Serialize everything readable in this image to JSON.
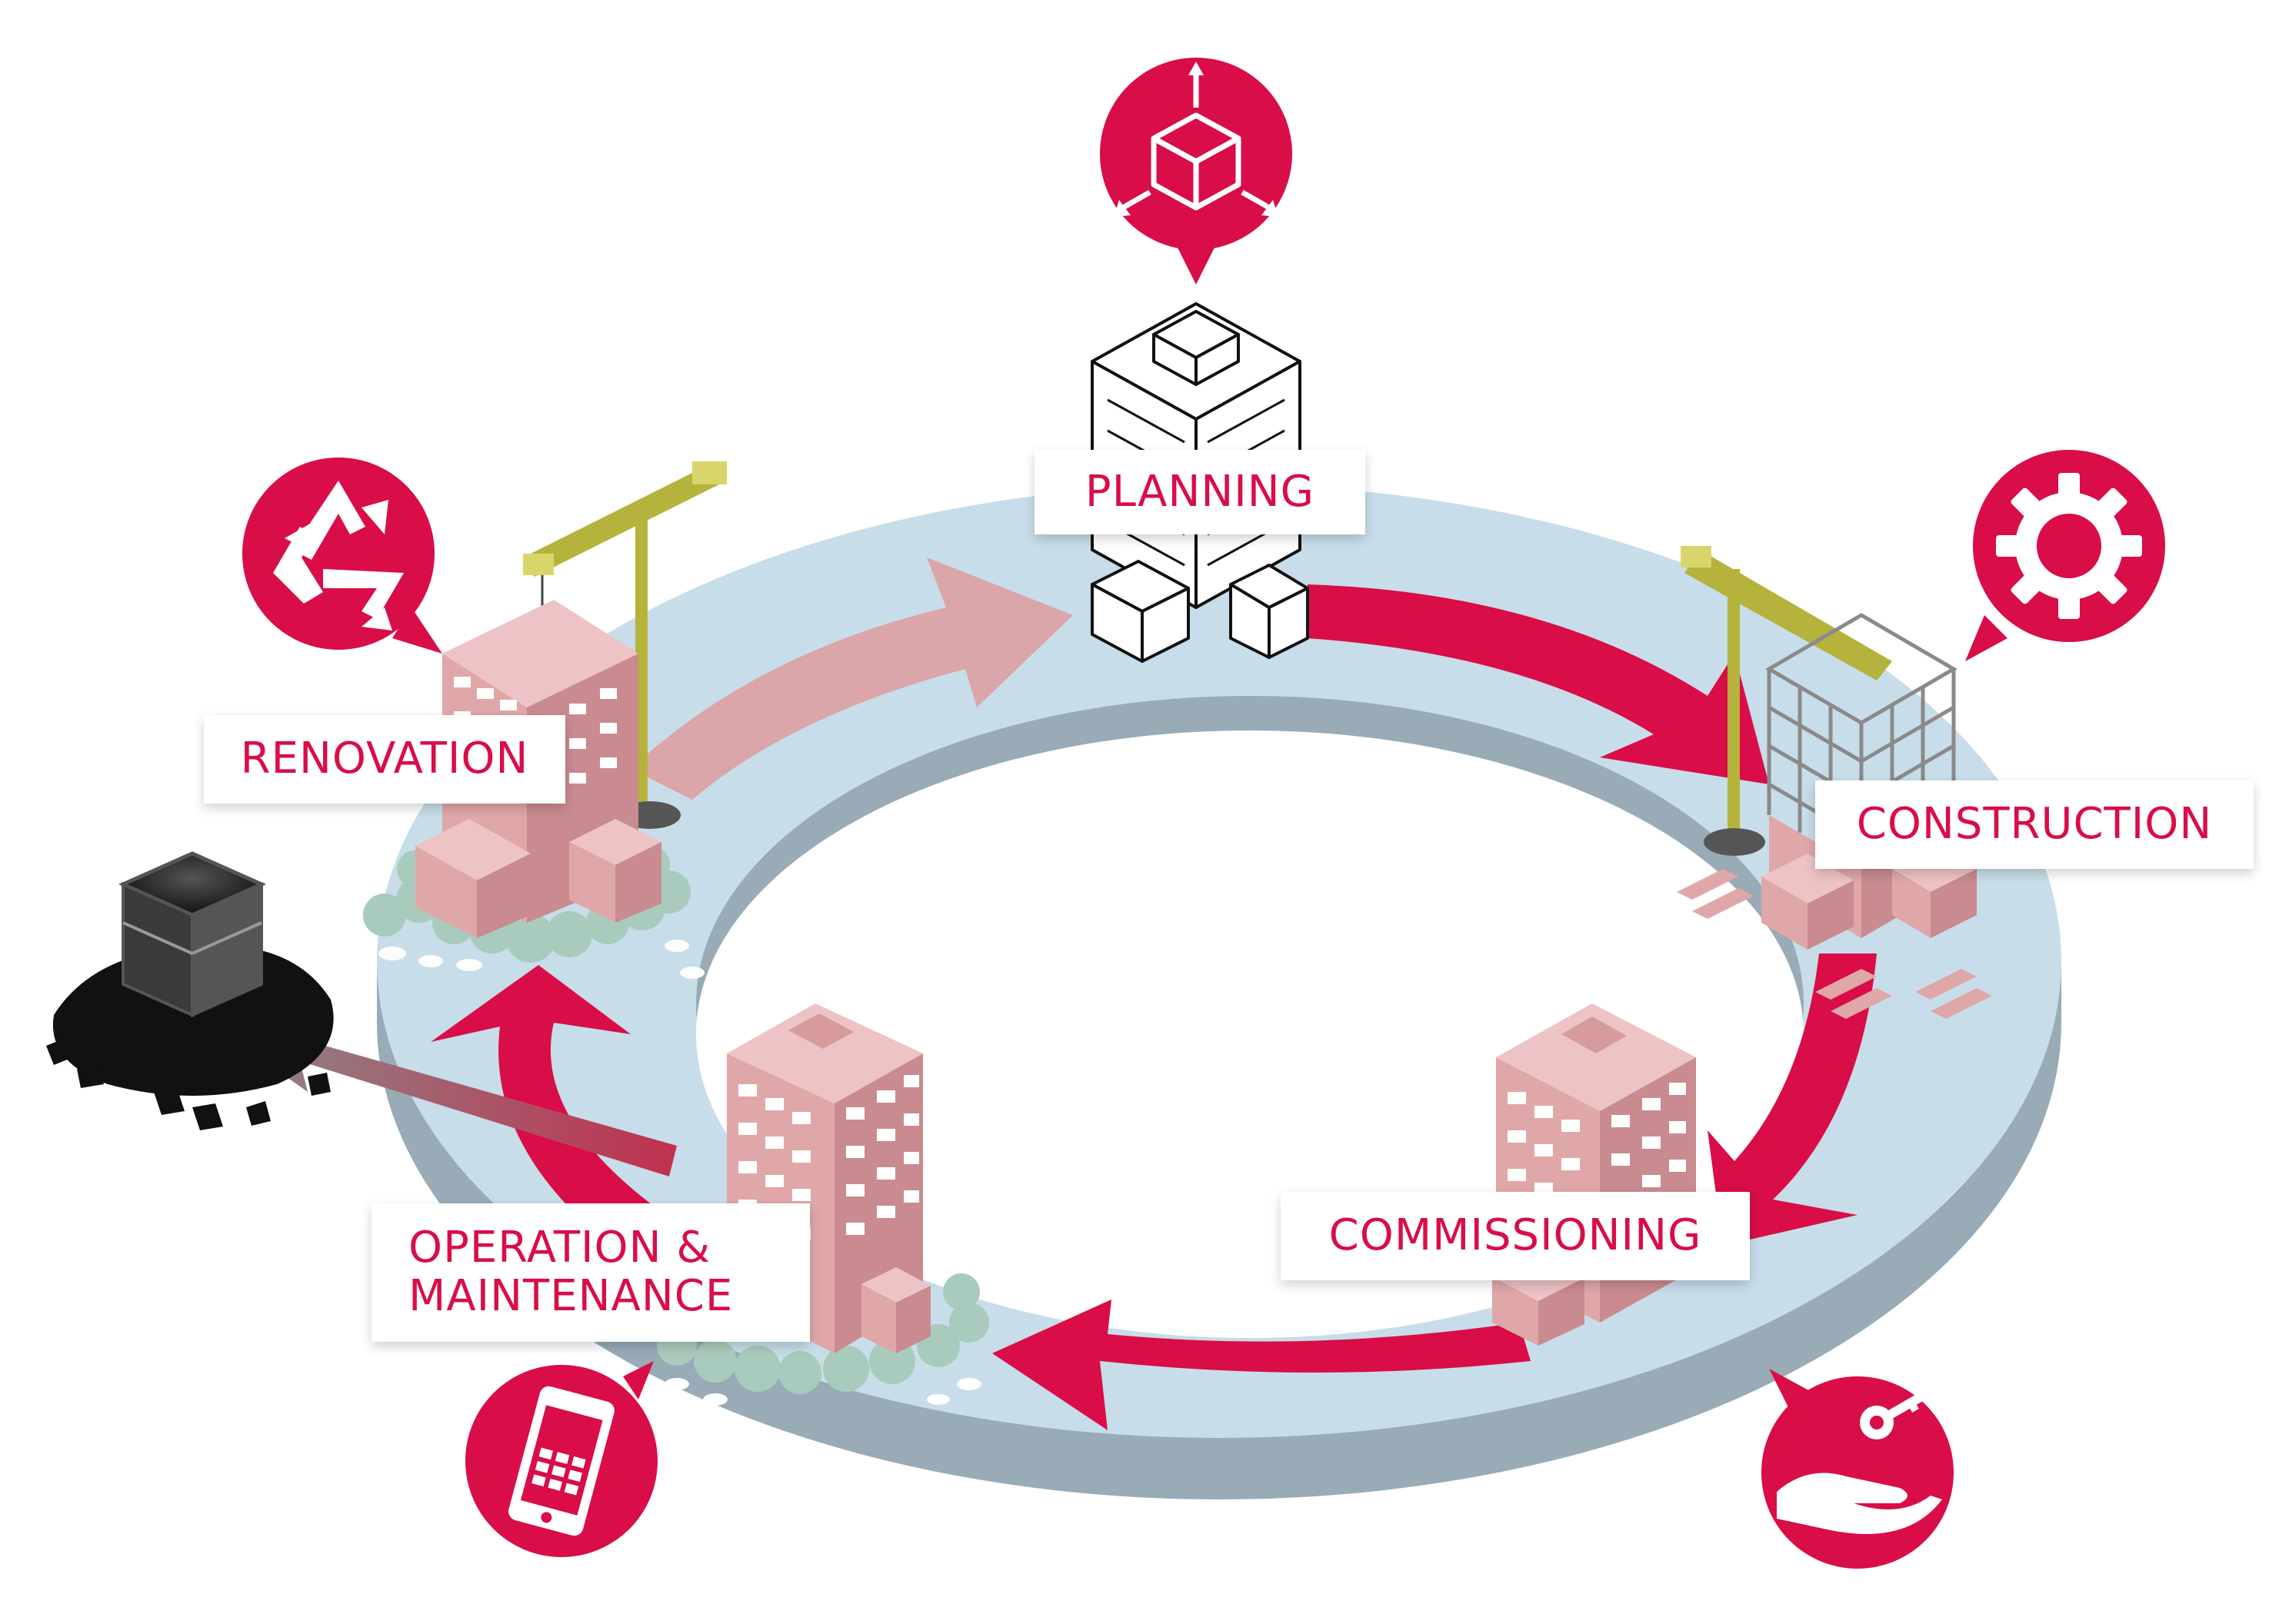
{
  "colors": {
    "accent": "#d90d47",
    "ring_top": "#c7dde9",
    "ring_side": "#98abb7",
    "building_pink": "#e0a7a9",
    "crane": "#b5b33b",
    "foliage": "#a9cbbd",
    "rubble": "#111111"
  },
  "stages": {
    "planning": {
      "label": "PLANNING",
      "icon": "cube-arrows-icon"
    },
    "construction": {
      "label": "CONSTRUCTION",
      "icon": "gear-icon"
    },
    "commissioning": {
      "label": "COMMISSIONING",
      "icon": "hand-key-icon"
    },
    "operation": {
      "label_line1": "OPERATION &",
      "label_line2": "MAINTENANCE",
      "icon": "smartphone-icon"
    },
    "renovation": {
      "label": "RENOVATION",
      "icon": "recycle-icon"
    }
  },
  "extra_icons": {
    "demolition": "rubble-icon"
  }
}
